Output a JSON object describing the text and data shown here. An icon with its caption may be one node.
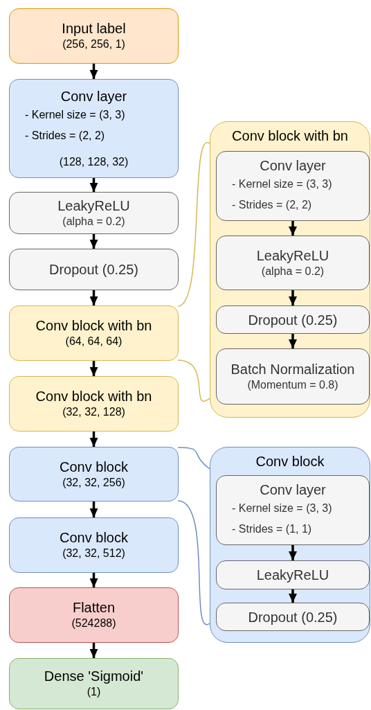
{
  "diagram": {
    "nodes": [
      {
        "text": [
          "Input label",
          "(256, 256, 1)"
        ]
      },
      {
        "text": [
          "Conv layer",
          "- Kernel size = (3, 3)",
          "- Strides = (2, 2)",
          "(128, 128, 32)"
        ]
      },
      {
        "text": [
          "LeakyReLU",
          "(alpha = 0.2)"
        ]
      },
      {
        "text": [
          "Dropout (0.25)"
        ]
      },
      {
        "text": [
          "Conv block with bn",
          "(64, 64, 64)"
        ]
      },
      {
        "text": [
          "Conv block with bn",
          "(32, 32, 128)"
        ]
      },
      {
        "text": [
          "Conv block",
          "(32, 32, 256)"
        ]
      },
      {
        "text": [
          "Conv block",
          "(32, 32, 512)"
        ]
      },
      {
        "text": [
          "Flatten",
          "(524288)"
        ]
      },
      {
        "text": [
          "Dense 'Sigmoid'",
          "(1)"
        ]
      },
      {
        "text": [
          "Conv block with bn"
        ]
      },
      {
        "text": [
          "Conv layer",
          "- Kernel size = (3, 3)",
          "- Strides = (2, 2)"
        ],
        "in": 10
      },
      {
        "text": [
          "LeakyReLU",
          "(alpha = 0.2)"
        ],
        "in": 10
      },
      {
        "text": [
          "Dropout (0.25)"
        ],
        "in": 10
      },
      {
        "text": [
          "Batch Normalization",
          "(Momentum = 0.8)"
        ],
        "in": 10
      },
      {
        "text": [
          "Conv block"
        ]
      },
      {
        "text": [
          "Conv layer",
          "- Kernel size = (3, 3)",
          "- Strides = (1, 1)"
        ],
        "in": 15
      },
      {
        "text": [
          "LeakyReLU"
        ],
        "in": 15
      },
      {
        "text": [
          "Dropout (0.25)"
        ],
        "in": 15
      }
    ],
    "edges": [
      {
        "from": 0,
        "to": 1,
        "arrow": "to"
      },
      {
        "from": 1,
        "to": 2,
        "arrow": "to"
      },
      {
        "from": 2,
        "to": 3,
        "arrow": "to"
      },
      {
        "from": 3,
        "to": 4,
        "arrow": "to"
      },
      {
        "from": 4,
        "to": 5,
        "arrow": "to"
      },
      {
        "from": 5,
        "to": 6,
        "arrow": "to"
      },
      {
        "from": 6,
        "to": 7,
        "arrow": "to"
      },
      {
        "from": 7,
        "to": 8,
        "arrow": "to"
      },
      {
        "from": 8,
        "to": 9,
        "arrow": "to"
      },
      {
        "from": 4,
        "to": 10,
        "arrow": "none",
        "color": "#d6b656"
      },
      {
        "from": 4,
        "to": 10,
        "arrow": "none",
        "color": "#d6b656"
      },
      {
        "from": 6,
        "to": 15,
        "arrow": "none",
        "color": "#6c8ebf"
      },
      {
        "from": 6,
        "to": 15,
        "arrow": "none",
        "color": "#6c8ebf"
      },
      {
        "from": 11,
        "to": 12,
        "arrow": "to"
      },
      {
        "from": 12,
        "to": 13,
        "arrow": "to"
      },
      {
        "from": 13,
        "to": 14,
        "arrow": "to"
      },
      {
        "from": 16,
        "to": 17,
        "arrow": "to"
      },
      {
        "from": 17,
        "to": 18,
        "arrow": "to"
      }
    ]
  }
}
